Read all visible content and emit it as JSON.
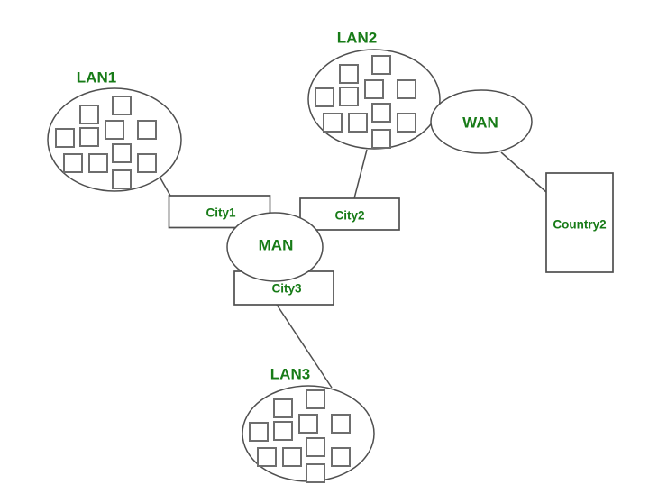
{
  "diagram": {
    "description": "Network topology diagram: three LANs connect through city boxes to a MAN; LAN2 touches a WAN which links to Country2",
    "colors": {
      "label_green": "#177B17",
      "shape_stroke": "#4F4F4F",
      "square_stroke": "#6E6E6E",
      "background": "#FFFFFF"
    },
    "labels": {
      "lan1": "LAN1",
      "lan2": "LAN2",
      "lan3": "LAN3",
      "wan": "WAN",
      "man": "MAN",
      "city1": "City1",
      "city2": "City2",
      "city3": "City3",
      "country2": "Country2"
    },
    "nodes": [
      {
        "id": "LAN1",
        "shape": "ellipse",
        "computers": 11
      },
      {
        "id": "LAN2",
        "shape": "ellipse",
        "computers": 11
      },
      {
        "id": "LAN3",
        "shape": "ellipse",
        "computers": 11
      },
      {
        "id": "WAN",
        "shape": "ellipse",
        "computers": 0
      },
      {
        "id": "MAN",
        "shape": "ellipse",
        "computers": 0
      },
      {
        "id": "City1",
        "shape": "rectangle"
      },
      {
        "id": "City2",
        "shape": "rectangle"
      },
      {
        "id": "City3",
        "shape": "rectangle"
      },
      {
        "id": "Country2",
        "shape": "rectangle"
      }
    ],
    "connections": [
      {
        "from": "LAN1",
        "to": "City1",
        "type": "line"
      },
      {
        "from": "LAN2",
        "to": "City2",
        "type": "line"
      },
      {
        "from": "City3",
        "to": "LAN3",
        "type": "line"
      },
      {
        "from": "WAN",
        "to": "Country2",
        "type": "line"
      },
      {
        "from": "LAN2",
        "to": "WAN",
        "type": "touching"
      },
      {
        "from": "MAN",
        "to": "City1",
        "type": "overlapping"
      },
      {
        "from": "MAN",
        "to": "City2",
        "type": "overlapping"
      },
      {
        "from": "MAN",
        "to": "City3",
        "type": "overlapping"
      }
    ]
  }
}
